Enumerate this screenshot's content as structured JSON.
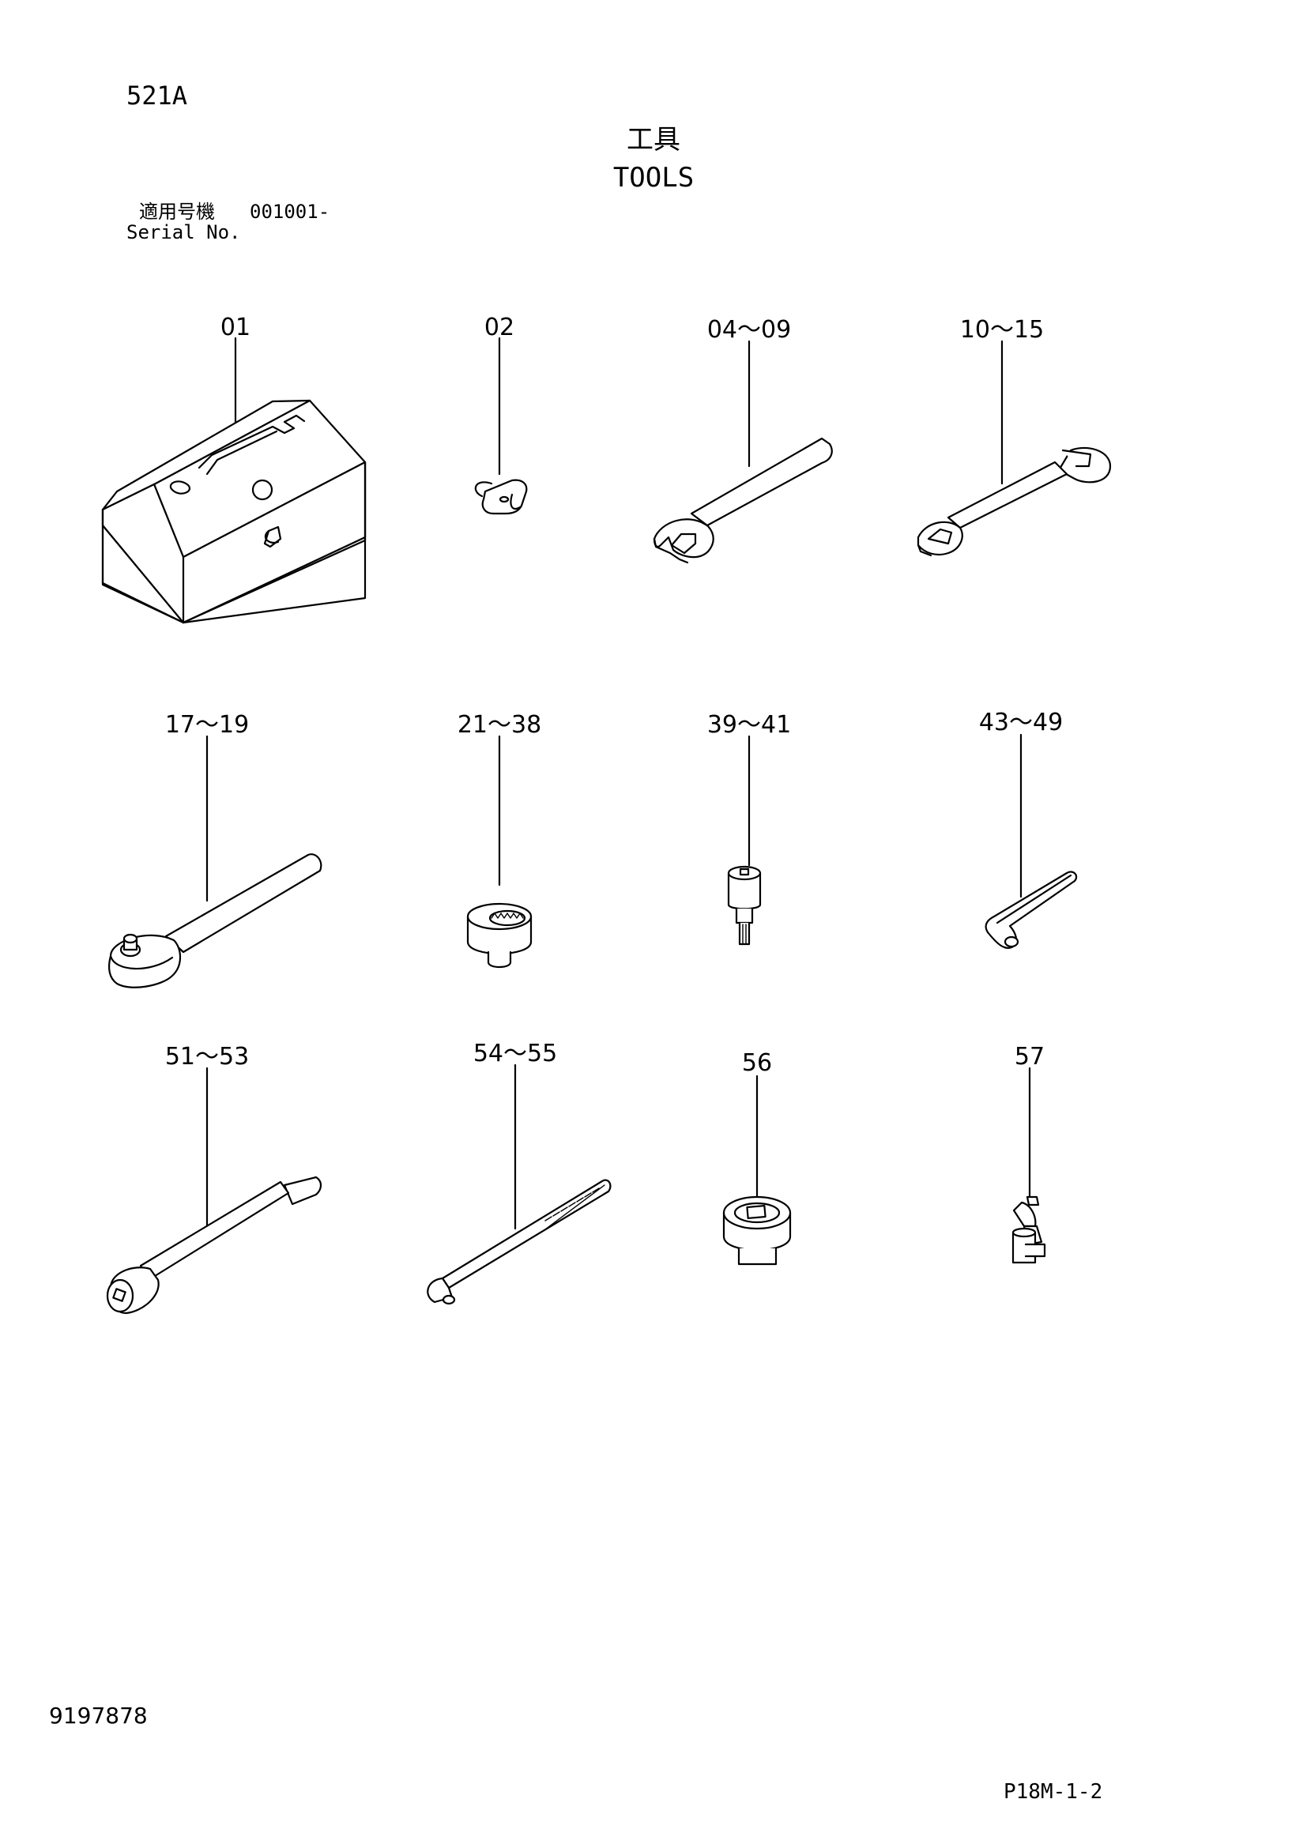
{
  "header": {
    "code": "521A",
    "title_jp": "工具",
    "title_en": "TOOLS",
    "serial_label_jp": "適用号機",
    "serial_value": "001001-",
    "serial_label_en": "Serial No."
  },
  "callouts": [
    "01",
    "02",
    "04～09",
    "10～15",
    "17～19",
    "21～38",
    "39～41",
    "43～49",
    "51～53",
    "54～55",
    "56",
    "57"
  ],
  "footer": {
    "doc_number": "9197878",
    "page_ref": "P18M-1-2"
  },
  "icons": [
    "toolbox-icon",
    "padlock-icon",
    "single-open-end-wrench-icon",
    "double-open-end-wrench-icon",
    "ratchet-handle-icon",
    "socket-icon",
    "hex-bit-socket-icon",
    "hex-key-icon",
    "extension-bar-icon",
    "l-handle-screw-icon",
    "square-drive-socket-icon",
    "universal-joint-icon"
  ]
}
